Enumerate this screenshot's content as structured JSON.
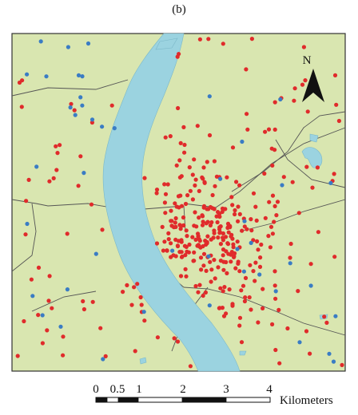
{
  "figure": {
    "panel_label": "(b)"
  },
  "north_arrow": {
    "label": "N"
  },
  "scale_bar": {
    "ticks": [
      "0",
      "0.5",
      "1",
      "2",
      "3",
      "4"
    ],
    "unit": "Kilometers"
  },
  "colors": {
    "land": "#d9e6b0",
    "river": "#9bd3e0",
    "red_points": "#e02b2b",
    "blue_points": "#3a7cc4",
    "boundary": "#555555",
    "frame": "#333333"
  }
}
